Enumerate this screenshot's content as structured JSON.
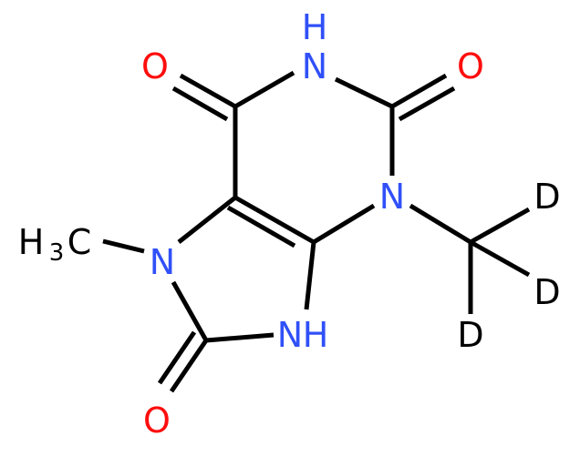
{
  "colors": {
    "oxygen": "#ff0d0d",
    "nitrogen": "#3050f8",
    "deuterium": "#000000",
    "carbon": "#000000",
    "bond": "#000000",
    "background": "#ffffff"
  },
  "atoms": {
    "o_top_left": "O",
    "nh_top": "N",
    "h_top": "H",
    "o_top_right": "O",
    "n3": "N",
    "d1": "D",
    "d2": "D",
    "d3": "D",
    "n7": "N",
    "nh9_n": "N",
    "nh9_h": "H",
    "o_bottom": "O",
    "methyl_h": "H",
    "methyl_sub": "3",
    "methyl_c": "C"
  }
}
